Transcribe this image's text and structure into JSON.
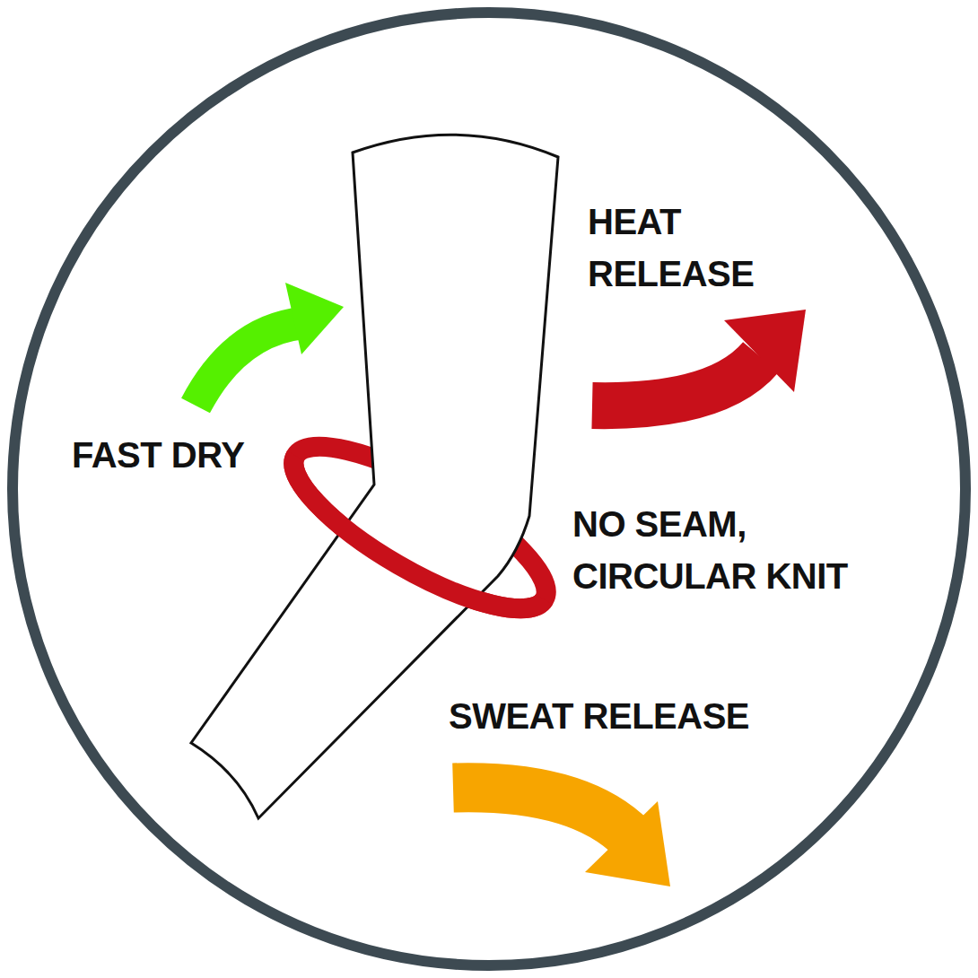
{
  "diagram": {
    "labels": [
      "HEAT RELEASE",
      "FAST DRY",
      "NO SEAM, CIRCULAR KNIT",
      "SWEAT RELEASE"
    ]
  }
}
